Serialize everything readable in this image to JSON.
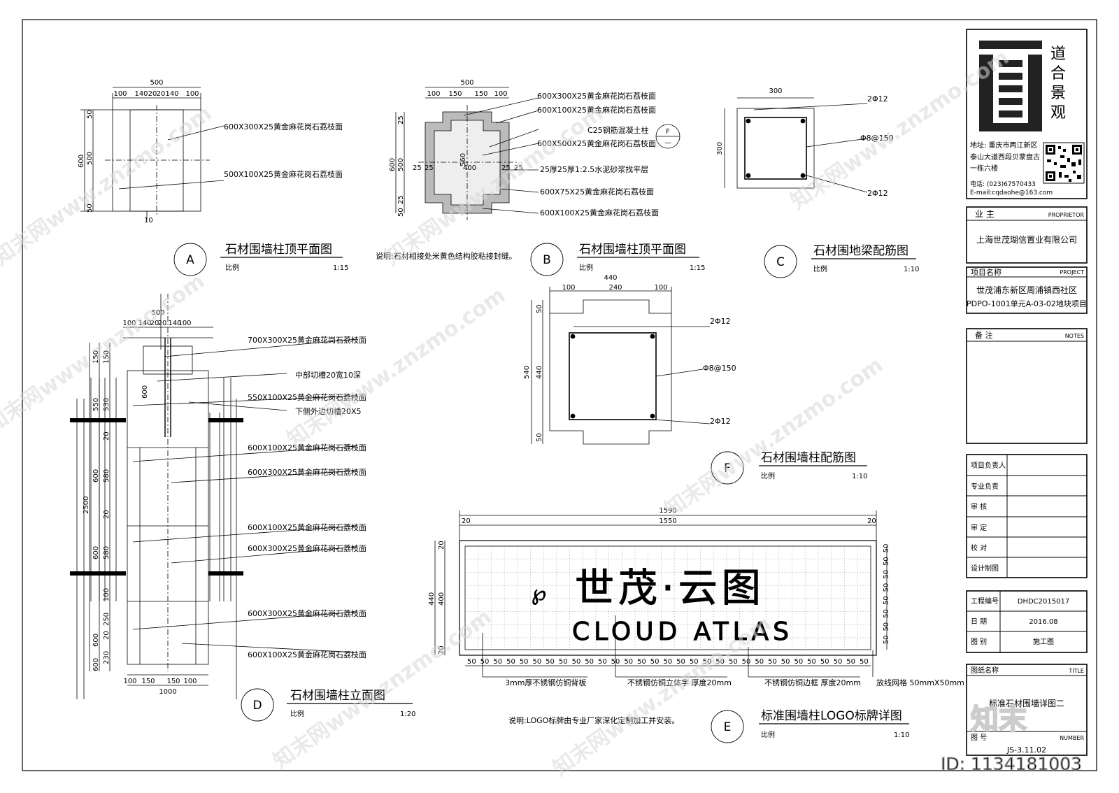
{
  "watermark": {
    "text": "知末网www.znzmo.com",
    "brand": "知末",
    "id": "ID: 1134181003"
  },
  "detail_A": {
    "marker": "A",
    "title": "石材围墙柱顶平面图",
    "scale_label": "比例",
    "scale": "1:15",
    "dims_top": [
      "500",
      "100",
      "140",
      "20",
      "20",
      "140",
      "100"
    ],
    "dims_left": [
      "50",
      "500",
      "600",
      "50"
    ],
    "dim_bottom": "10",
    "notes": [
      "600X300X25黄金麻花岗石荔枝面",
      "500X100X25黄金麻花岗石荔枝面"
    ]
  },
  "detail_B": {
    "marker": "B",
    "title": "石材围墙柱顶平面图",
    "scale_label": "比例",
    "scale": "1:15",
    "dims_top": [
      "500",
      "100",
      "150",
      "150",
      "100"
    ],
    "dims_left": [
      "25",
      "600",
      "500",
      "50",
      "25"
    ],
    "dims_mid": [
      "25",
      "25",
      "400",
      "560",
      "25",
      "25"
    ],
    "notes": [
      "600X300X25黄金麻花岗石荔枝面",
      "600X100X25黄金麻花岗石荔枝面",
      "C25钢筋混凝土柱",
      "600X500X25黄金麻花岗石荔枝面",
      "25厚25厚1:2.5水泥砂浆找平层",
      "600X75X25黄金麻花岗石荔枝面",
      "600X100X25黄金麻花岗石荔枝面"
    ],
    "ref_top": "F",
    "ref_bottom": "—",
    "remark": "说明:石材相接处米黄色结构胶粘接封缝。"
  },
  "detail_C": {
    "marker": "C",
    "title": "石材围地梁配筋图",
    "scale_label": "比例",
    "scale": "1:10",
    "dim_top": "300",
    "dim_left": "300",
    "notes": [
      "2Φ12",
      "Φ8@150",
      "2Φ12"
    ]
  },
  "detail_F": {
    "marker": "F",
    "title": "石材围墙柱配筋图",
    "scale_label": "比例",
    "scale": "1:10",
    "dims_top": [
      "440",
      "100",
      "240",
      "100"
    ],
    "dims_left": [
      "50",
      "540",
      "440",
      "50"
    ],
    "notes": [
      "2Φ12",
      "Φ8@150",
      "2Φ12"
    ]
  },
  "detail_D": {
    "marker": "D",
    "title": "石材围墙柱立面图",
    "scale_label": "比例",
    "scale": "1:20",
    "dims_top": [
      "500",
      "100",
      "140",
      "20",
      "20",
      "140",
      "100"
    ],
    "dims_bottom": [
      "100",
      "150",
      "150",
      "100",
      "1000"
    ],
    "dims_left": [
      "150",
      "150",
      "550",
      "530",
      "600",
      "20",
      "580",
      "2500",
      "600",
      "20",
      "580",
      "600",
      "100",
      "250",
      "20",
      "230",
      "600"
    ],
    "dim_inner": "600",
    "notes": [
      "700X300X25黄金麻花岗石荔枝面",
      "中部切槽20宽10深",
      "550X100X25黄金麻花岗石荔枝面",
      "下侧外边切槽20X5",
      "600X100X25黄金麻花岗石荔枝面",
      "600X300X25黄金麻花岗石荔枝面",
      "600X100X25黄金麻花岗石荔枝面",
      "600X300X25黄金麻花岗石荔枝面",
      "600X300X25黄金麻花岗石荔枝面",
      "600X100X25黄金麻花岗石荔枝面"
    ]
  },
  "detail_E": {
    "marker": "E",
    "title": "标准围墙柱LOGO标牌详图",
    "scale_label": "比例",
    "scale": "1:10",
    "dims_top": [
      "1590",
      "1550",
      "20",
      "20"
    ],
    "dims_left": [
      "20",
      "440",
      "400",
      "20"
    ],
    "grid_dim": "50",
    "logo_cn": "世茂·云图",
    "logo_en": "CLOUD ATLAS",
    "notes": [
      "3mm厚不锈钢仿铜背板",
      "不锈钢仿铜立体字 厚度20mm",
      "不锈钢仿铜边框 厚度20mm",
      "放线网格 50mmX50mm"
    ],
    "remark": "说明:LOGO标牌由专业厂家深化定制加工并安装。"
  },
  "title_block": {
    "logo_glyph": "道",
    "logo_chars": [
      "道",
      "合",
      "景",
      "观"
    ],
    "address": [
      "地址: 重庆市两江新区",
      "泰山大道西段贝蒙盘古",
      "一栋六楼"
    ],
    "phone": "电话: (023)67570433",
    "email": "E-mail:cqdaohe@163.com",
    "owner_label": "业 主",
    "owner_en": "PROPRIETOR",
    "owner": "上海世茂瑚信置业有限公司",
    "project_label": "项目名称",
    "project_en": "PROJECT",
    "project": [
      "世茂浦东新区周浦镇西社区",
      "PDPO-1001单元A-03-02地块项目"
    ],
    "notes_label": "备 注",
    "notes_en": "NOTES",
    "roles": [
      "项目负责人",
      "专业负责",
      "审 核",
      "审 定",
      "校 对",
      "设计制图"
    ],
    "info": [
      {
        "label": "工程编号",
        "value": "DHDC2015017"
      },
      {
        "label": "日 期",
        "value": "2016.08"
      },
      {
        "label": "图 别",
        "value": "施工图"
      }
    ],
    "drawing_label": "图纸名称",
    "drawing_en": "TITLE",
    "drawing": "标准石材围墙详图二",
    "number_label": "图 号",
    "number_en": "NUMBER",
    "number": "JS-3.11.02"
  }
}
